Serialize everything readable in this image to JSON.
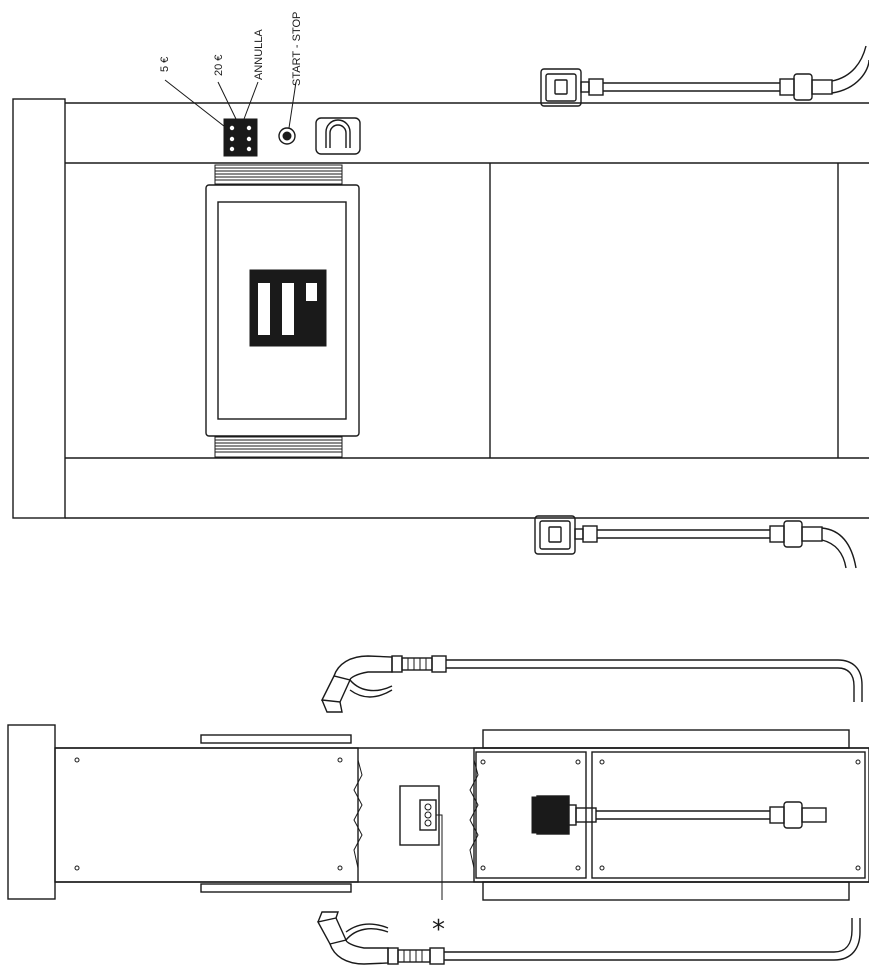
{
  "labels": {
    "five_euro": "5 €",
    "twenty_euro": "20 €",
    "annulla": "ANNULLA",
    "start_stop": "START - STOP",
    "asterisk": "*"
  }
}
